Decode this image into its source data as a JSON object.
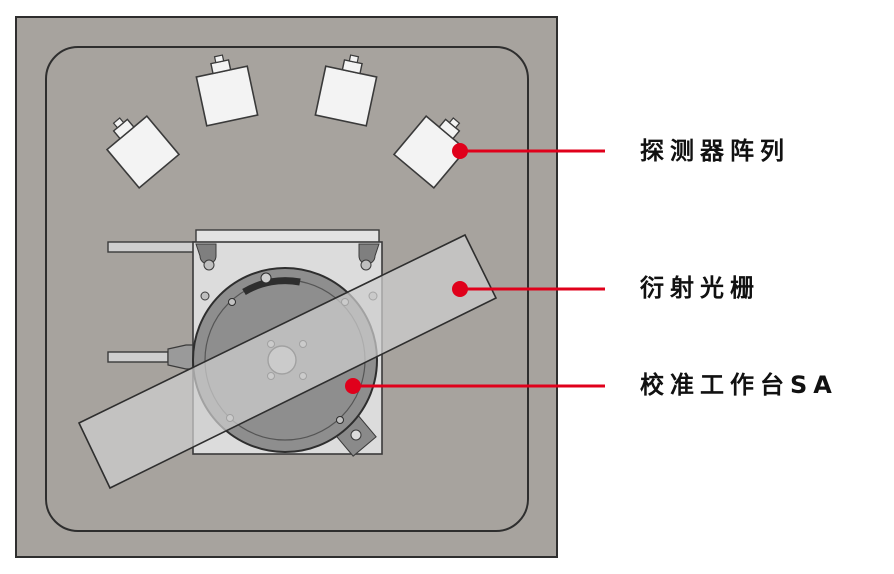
{
  "labels": {
    "detector_array": "探测器阵列",
    "grating": "衍射光栅",
    "calibration_stage": "校准工作台SA"
  },
  "colors": {
    "chamber_fill": "#a7a39e",
    "chamber_border": "#3a3a3a",
    "detector_fill": "#f3f3f3",
    "stage_plate": "#dcdcdc",
    "turntable": "#8e8e8e",
    "grating_fill": "#c9c9c9",
    "callout_red": "#e0001b",
    "label_text": "#111111"
  }
}
